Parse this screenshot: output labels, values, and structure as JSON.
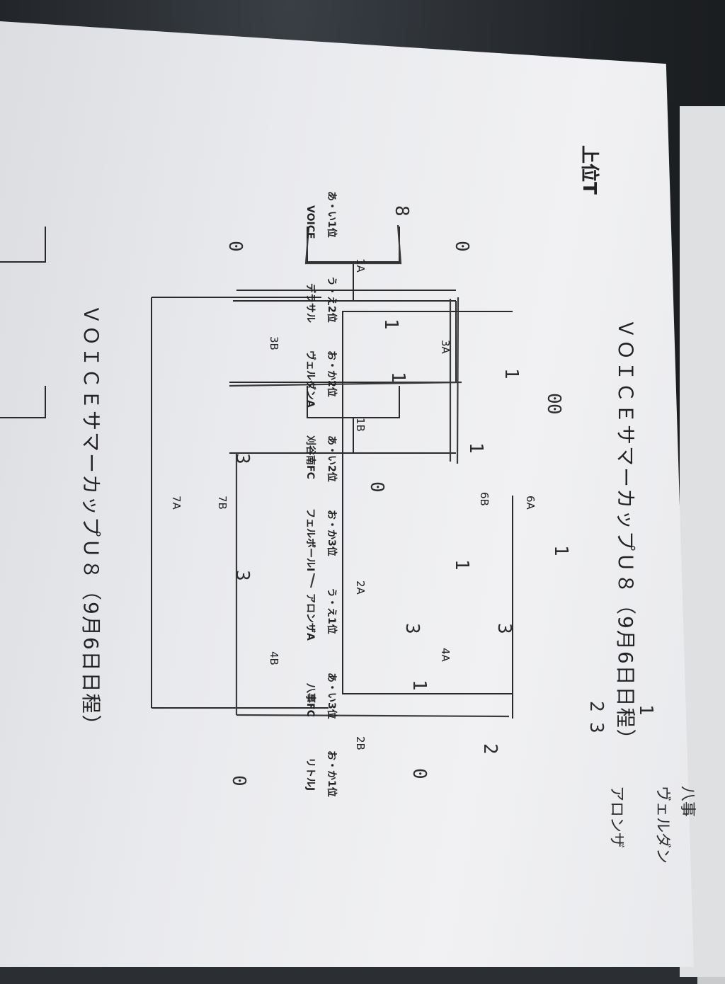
{
  "sheet": {
    "header_left": "上位T",
    "title": "ＶＯＩＣＥサマーカップＵ８（9月6日日程）",
    "footer": "ＶＯＩＣＥサマーカップＵ８（9月6日日程）"
  },
  "match_codes": [
    "1A",
    "3A",
    "1B",
    "3B",
    "6A",
    "6B",
    "7A",
    "7B",
    "2A",
    "4A",
    "2B",
    "4B"
  ],
  "seeds": [
    {
      "slot": "あ・い1位",
      "team": "VOICE"
    },
    {
      "slot": "う・え2位",
      "team": "デラサル"
    },
    {
      "slot": "お・か2位",
      "team": "ヴェルダンA"
    },
    {
      "slot": "あ・い2位",
      "team": "刈谷南FC"
    },
    {
      "slot": "お・か3位",
      "team": "フェルボールI"
    },
    {
      "slot": "う・え1位",
      "team": "アロンザA"
    },
    {
      "slot": "あ・い3位",
      "team": "八事FC"
    },
    {
      "slot": "お・か1位",
      "team": "リトルJ"
    }
  ],
  "handwritten_scores": [
    "8",
    "0",
    "0",
    "1",
    "1",
    "0",
    "1",
    "1",
    "0",
    "3",
    "0",
    "1",
    "1",
    "3",
    "3",
    "1",
    "3",
    "2",
    "0",
    "0",
    "1",
    "2",
    "3"
  ],
  "handwritten_notes": [
    "八事",
    "ヴェルダン",
    "アロンザ"
  ],
  "colors": {
    "paper": "#eeeef0",
    "ink": "#222222",
    "pencil": "#333333",
    "bag": "#1e2124"
  }
}
